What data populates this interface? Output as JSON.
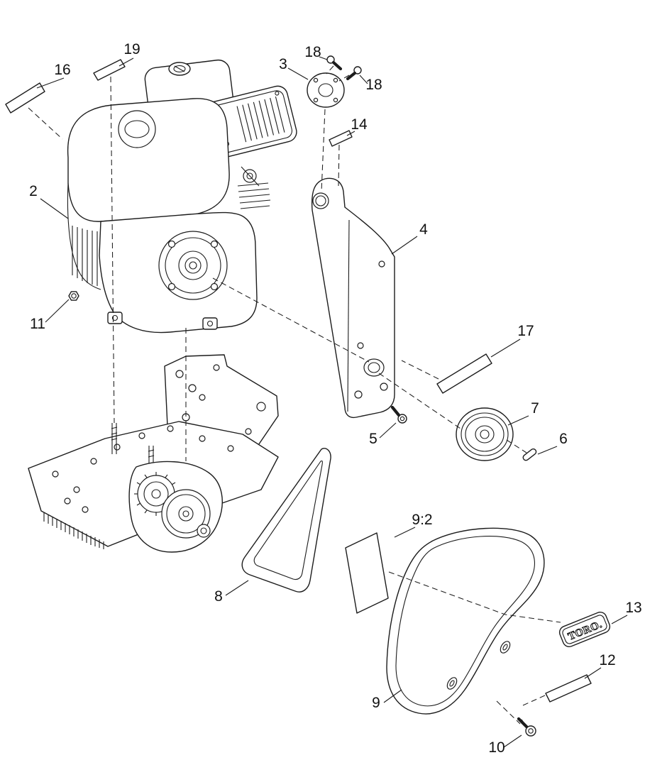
{
  "diagram": {
    "kind": "exploded-parts-diagram",
    "subject": "engine, pulley and belt cover assembly",
    "line_color": "#1c1c1c",
    "background_color": "#ffffff"
  },
  "brand_label": {
    "text": "TORO."
  },
  "callouts": [
    {
      "id": "19"
    },
    {
      "id": "16"
    },
    {
      "id": "3"
    },
    {
      "id": "18"
    },
    {
      "id": "18"
    },
    {
      "id": "14"
    },
    {
      "id": "2"
    },
    {
      "id": "4"
    },
    {
      "id": "17"
    },
    {
      "id": "11"
    },
    {
      "id": "5"
    },
    {
      "id": "7"
    },
    {
      "id": "6"
    },
    {
      "id": "8"
    },
    {
      "id": "9:2"
    },
    {
      "id": "13"
    },
    {
      "id": "12"
    },
    {
      "id": "9"
    },
    {
      "id": "10"
    }
  ]
}
